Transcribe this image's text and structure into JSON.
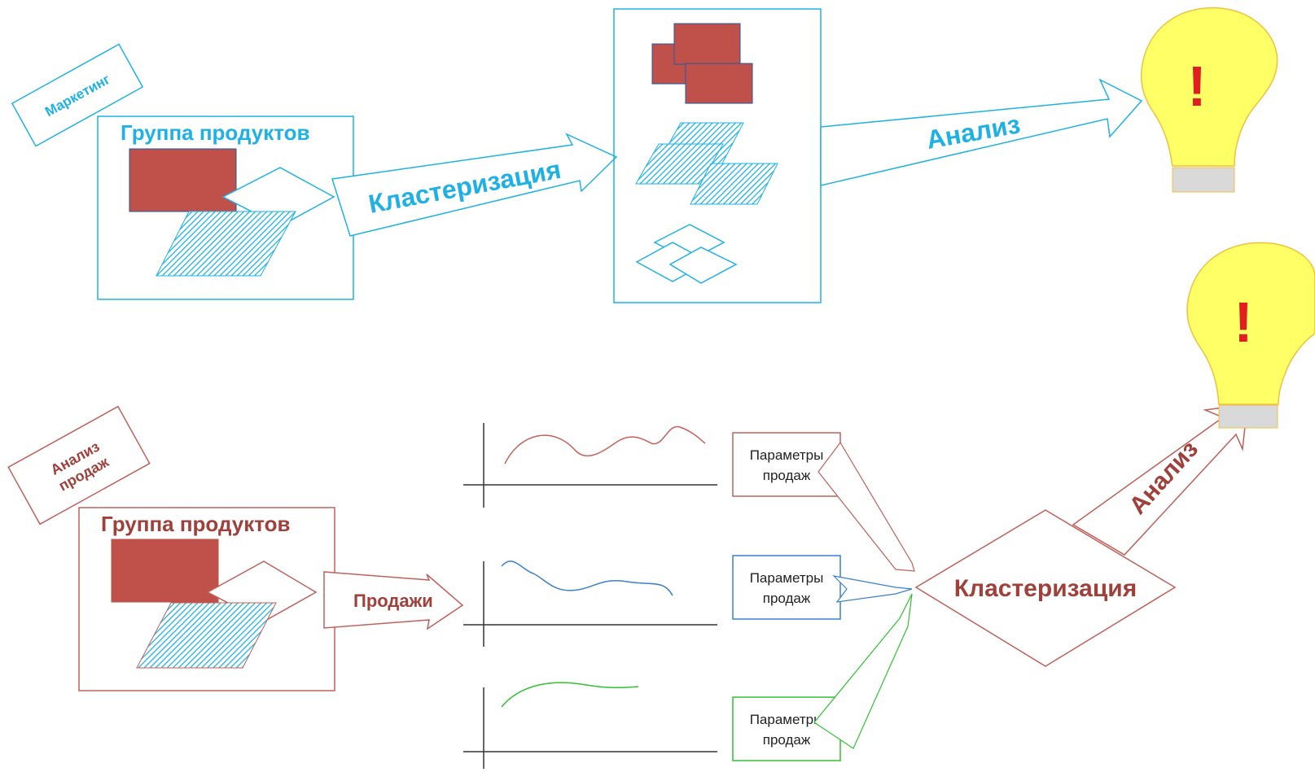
{
  "colors": {
    "blue": "#1fb1e6",
    "red_outline": "#c0605a",
    "brick": "#c0504a",
    "dark_red_text": "#a0403a",
    "line_blue": "#3a7fd0",
    "line_green": "#32c032",
    "bulb": "#ffff66",
    "bulb_base": "#d9d9d9",
    "exclamation": "#e02020"
  },
  "top": {
    "tag": "Маркетинг",
    "group_title": "Группа продуктов",
    "arrow_cluster": "Кластеризация",
    "arrow_analysis": "Анализ",
    "bulb_mark": "!"
  },
  "bottom": {
    "tag_line1": "Анализ",
    "tag_line2": "продаж",
    "group_title": "Группа продуктов",
    "arrow_sales": "Продажи",
    "params": [
      {
        "line1": "Параметры",
        "line2": "продаж",
        "color": "red"
      },
      {
        "line1": "Параметры",
        "line2": "продаж",
        "color": "blue"
      },
      {
        "line1": "Параметры",
        "line2": "продаж",
        "color": "green"
      }
    ],
    "diamond_label": "Кластеризация",
    "arrow_analysis": "Анализ",
    "bulb_mark": "!"
  },
  "icons": [
    "lightbulb-icon",
    "lightbulb-icon"
  ]
}
